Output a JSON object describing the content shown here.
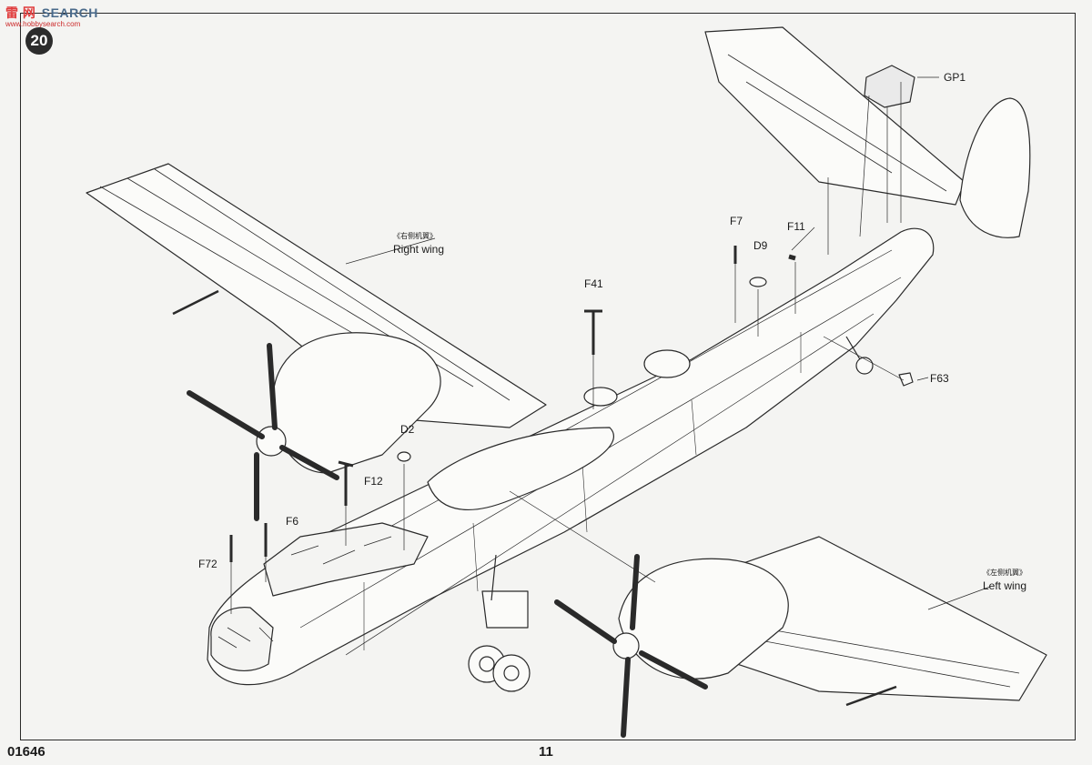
{
  "header": {
    "watermark_cn": "雷 网",
    "watermark_en": "SEARCH",
    "watermark_url": "www.hobbysearch.com",
    "step_number": "20"
  },
  "labels": {
    "right_wing_cn": "《右侧机翼》",
    "right_wing_en": "Right wing",
    "left_wing_cn": "《左侧机翼》",
    "left_wing_en": "Left wing"
  },
  "parts": {
    "gp1": "GP1",
    "f7": "F7",
    "f11": "F11",
    "d9": "D9",
    "f41": "F41",
    "f63": "F63",
    "d2": "D2",
    "f12": "F12",
    "f6": "F6",
    "f72": "F72"
  },
  "footer": {
    "product_code": "01646",
    "page_number": "11"
  }
}
